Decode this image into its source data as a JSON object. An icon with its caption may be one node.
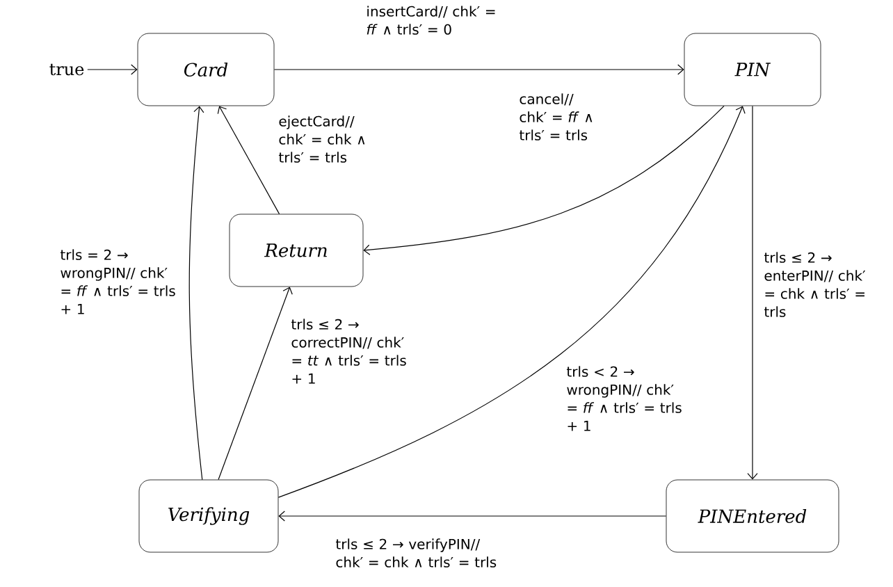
{
  "diagram": {
    "nodes": [
      {
        "text": [
          "true"
        ]
      },
      {
        "text": [
          "Card"
        ]
      },
      {
        "text": [
          "PIN"
        ]
      },
      {
        "text": [
          "Return"
        ]
      },
      {
        "text": [
          "Verifying"
        ]
      },
      {
        "text": [
          "PINEntered"
        ]
      }
    ],
    "edges": [
      {
        "from": 0,
        "to": 1,
        "arrow": "to"
      },
      {
        "from": 1,
        "to": 2,
        "arrow": "to",
        "label": "insertCard// chk′ = *ff* ∧ trls′ = 0"
      },
      {
        "from": 2,
        "to": 3,
        "arrow": "to",
        "label": "cancel// chk′ = *ff* ∧ trls′ = trls"
      },
      {
        "from": 3,
        "to": 1,
        "arrow": "to",
        "label": "ejectCard// chk′ = chk ∧ trls′ = trls"
      },
      {
        "from": 2,
        "to": 5,
        "arrow": "to",
        "label": "trls ≤ 2 → enterPIN// chk′ = chk ∧ trls′ = trls"
      },
      {
        "from": 5,
        "to": 4,
        "arrow": "to",
        "label": "trls ≤ 2 → verifyPIN// chk′ = chk ∧ trls′ = trls"
      },
      {
        "from": 4,
        "to": 1,
        "arrow": "to",
        "label": "trls = 2 → wrongPIN// chk′ = *ff* ∧ trls′ = trls + 1"
      },
      {
        "from": 4,
        "to": 3,
        "arrow": "to",
        "label": "trls ≤ 2 → correctPIN// chk′ = *tt* ∧ trls′ = trls + 1"
      },
      {
        "from": 4,
        "to": 2,
        "arrow": "to",
        "label": "trls < 2 → wrongPIN// chk′ = *ff* ∧ trls′ = trls + 1"
      }
    ]
  }
}
